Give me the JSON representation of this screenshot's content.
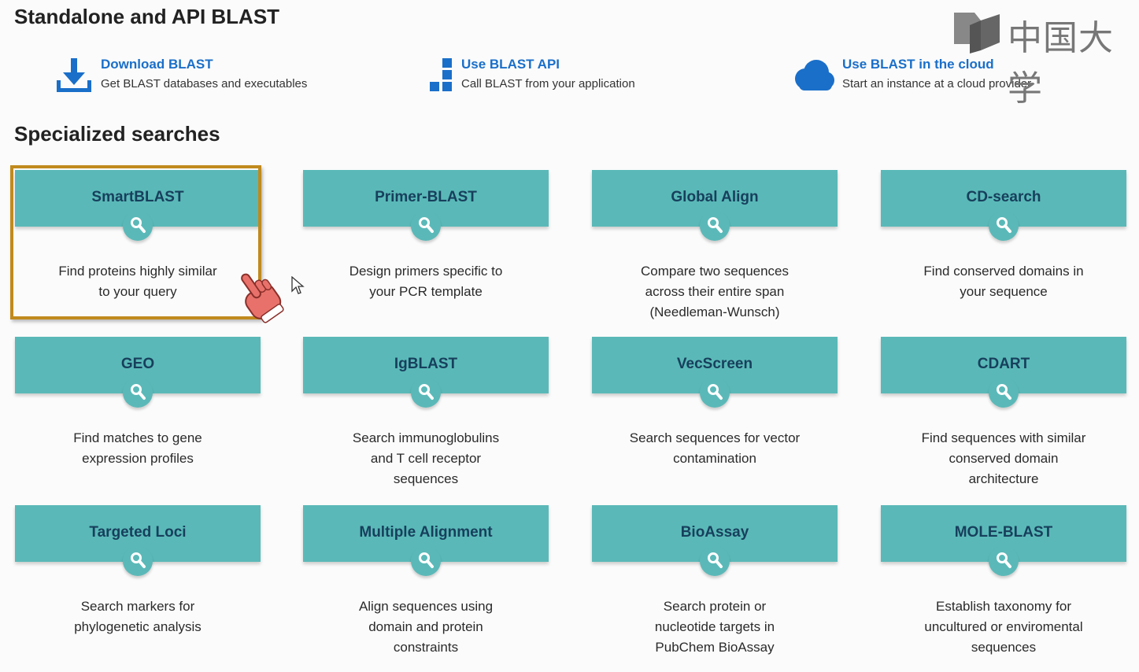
{
  "headings": {
    "standalone": "Standalone and API BLAST",
    "specialized": "Specialized searches"
  },
  "watermark": {
    "text": "中国大学",
    "icon": "book-logo-icon"
  },
  "tools": [
    {
      "title": "Download BLAST",
      "subtitle": "Get BLAST databases and executables",
      "icon": "download-icon"
    },
    {
      "title": "Use BLAST API",
      "subtitle": "Call BLAST from your application",
      "icon": "blocks-icon"
    },
    {
      "title": "Use BLAST in the cloud",
      "subtitle": "Start an instance at a cloud provider",
      "icon": "cloud-icon"
    }
  ],
  "cards": [
    {
      "title": "SmartBLAST",
      "lines": [
        "Find proteins highly similar",
        "to your query"
      ]
    },
    {
      "title": "Primer-BLAST",
      "lines": [
        "Design primers specific to",
        "your PCR template"
      ]
    },
    {
      "title": "Global Align",
      "lines": [
        "Compare two sequences",
        "across their entire span",
        "(Needleman-Wunsch)"
      ]
    },
    {
      "title": "CD-search",
      "lines": [
        "Find conserved domains in",
        "your sequence"
      ]
    },
    {
      "title": "GEO",
      "lines": [
        "Find matches to gene",
        "expression profiles"
      ]
    },
    {
      "title": "IgBLAST",
      "lines": [
        "Search immunoglobulins",
        "and T cell receptor",
        "sequences"
      ]
    },
    {
      "title": "VecScreen",
      "lines": [
        "Search sequences for vector",
        "contamination"
      ]
    },
    {
      "title": "CDART",
      "lines": [
        "Find sequences with similar",
        "conserved domain",
        "architecture"
      ]
    },
    {
      "title": "Targeted Loci",
      "lines": [
        "Search markers for",
        "phylogenetic analysis"
      ]
    },
    {
      "title": "Multiple Alignment",
      "lines": [
        "Align sequences using",
        "domain and protein",
        "constraints"
      ]
    },
    {
      "title": "BioAssay",
      "lines": [
        "Search protein or",
        "nucleotide targets in",
        "PubChem BioAssay"
      ]
    },
    {
      "title": "MOLE-BLAST",
      "lines": [
        "Establish taxonomy for",
        "uncultured or enviromental",
        "sequences"
      ]
    }
  ],
  "colors": {
    "card_bar": "#5ab9b8",
    "card_title": "#173f5c",
    "link": "#1a6fc9",
    "highlight": "#c08a1e"
  }
}
